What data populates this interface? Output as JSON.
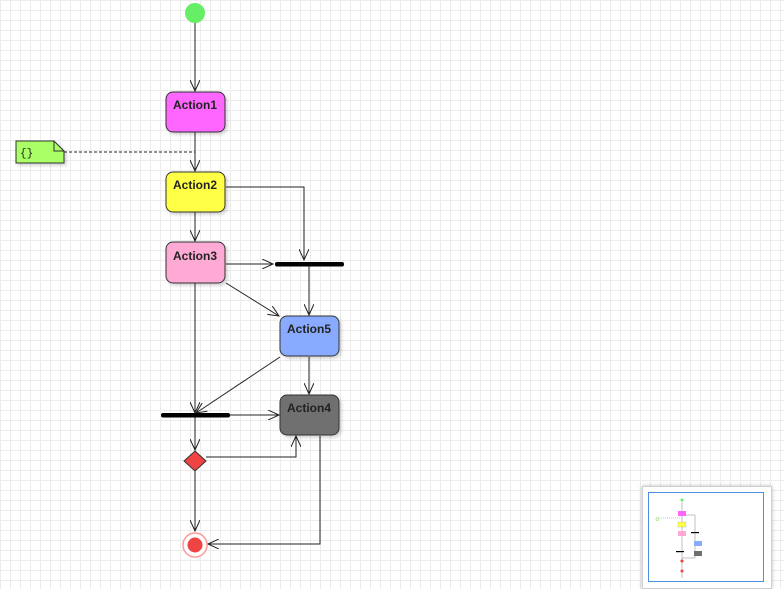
{
  "diagram": {
    "type": "activity",
    "nodes": {
      "action1": {
        "label": "Action1",
        "fill": "#ff66ff"
      },
      "action2": {
        "label": "Action2",
        "fill": "#ffff44"
      },
      "action3": {
        "label": "Action3",
        "fill": "#ffaad4"
      },
      "action5": {
        "label": "Action5",
        "fill": "#88aaff"
      },
      "action4": {
        "label": "Action4",
        "fill": "#707070"
      }
    },
    "note": {
      "label": "{}",
      "fill": "#aaff66"
    },
    "start": {
      "fill": "#66ee66"
    },
    "end": {
      "fill": "#ee4444"
    },
    "decision": {
      "fill": "#ee4444"
    }
  },
  "outline": {
    "note_label": "{}"
  }
}
